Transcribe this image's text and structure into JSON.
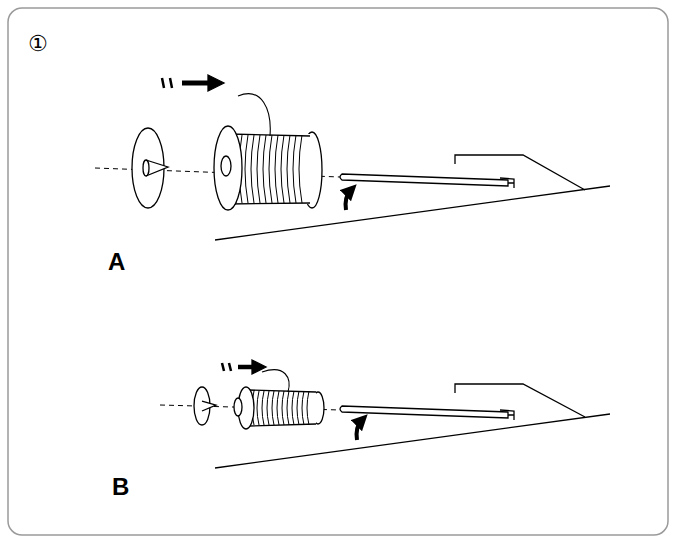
{
  "diagram": {
    "labels": [
      "①",
      "A",
      "B"
    ]
  }
}
